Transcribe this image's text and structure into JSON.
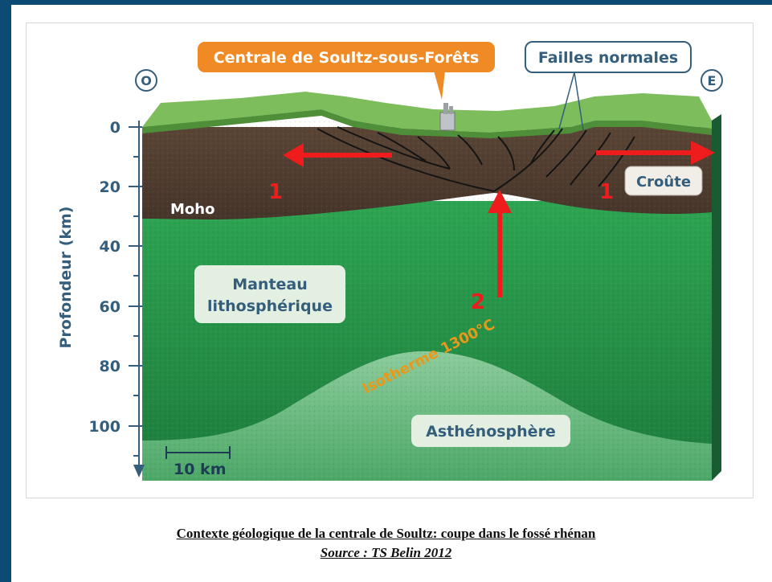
{
  "diagram": {
    "powerplant_label": "Centrale de Soultz-sous-Forêts",
    "faults_label": "Failles normales",
    "west_label": "O",
    "east_label": "E",
    "crust_label": "Croûte",
    "moho_label": "Moho",
    "mantle_label_line1": "Manteau",
    "mantle_label_line2": "lithosphérique",
    "isotherm_label": "Isotherme 1300°C",
    "asthenosphere_label": "Asthénosphère",
    "axis_title": "Profondeur (km)",
    "depth_ticks": [
      "0",
      "20",
      "40",
      "60",
      "80",
      "100"
    ],
    "scale_label": "10 km",
    "arrow_labels": [
      "1",
      "1",
      "2"
    ],
    "colors": {
      "crust": "#4f3c2e",
      "lithospheric_mantle": "#27954a",
      "asthenosphere": "#6dbc84",
      "surface": "#79b85a",
      "callout": "#f08a25",
      "arrow": "#ee1c1c",
      "axis": "#355e7c"
    }
  },
  "caption": {
    "title": "Contexte géologique de la centrale de Soultz: coupe dans le fossé rhénan",
    "source": "Source : TS Belin 2012"
  }
}
